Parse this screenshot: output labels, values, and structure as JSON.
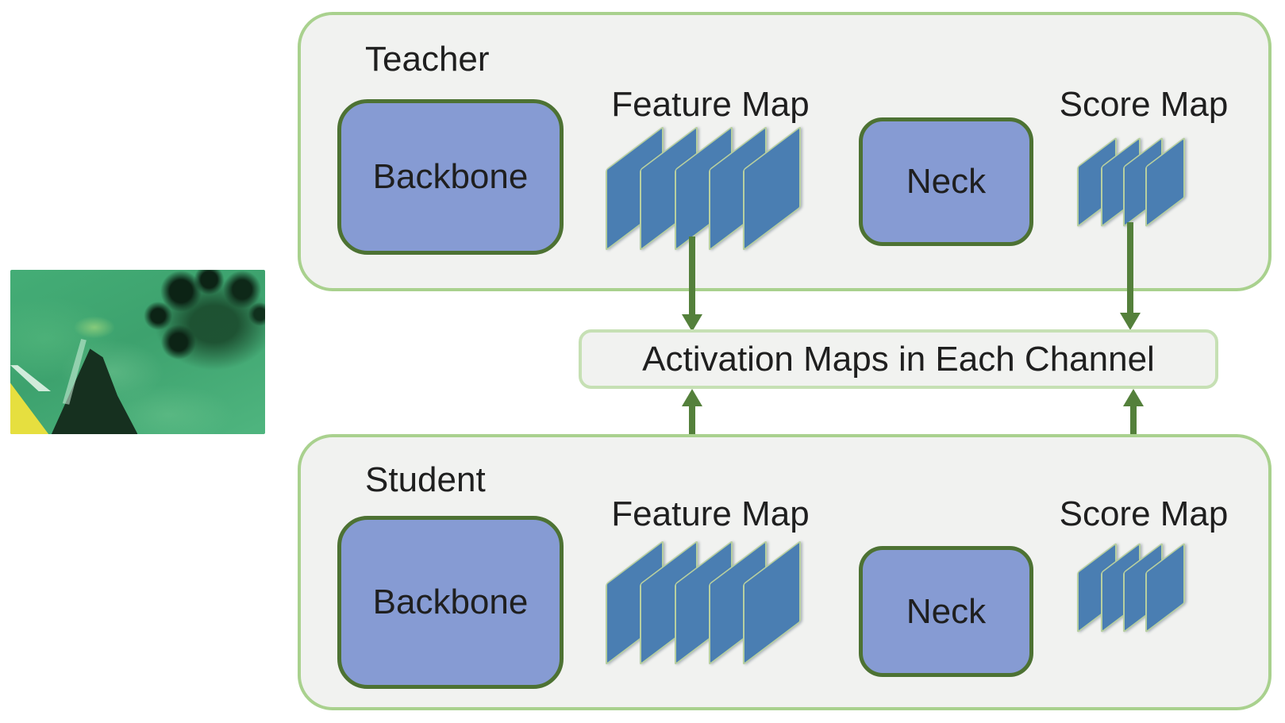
{
  "colors": {
    "panel_border": "#a9d18e",
    "panel_fill": "#f1f2f0",
    "activation_border": "#c6e0b4",
    "box_fill": "#869bd3",
    "box_border": "#4d7233",
    "sheet_fill": "#4a7eb2",
    "sheet_border": "#b7cfa0",
    "arrow": "#54803b",
    "text": "#1f1f1f"
  },
  "input_image": {
    "description": "Underwater seabed photo with dark sea urchins, a diver fin and a yellow object"
  },
  "teacher": {
    "title": "Teacher",
    "backbone_label": "Backbone",
    "feature_map_label": "Feature Map",
    "neck_label": "Neck",
    "score_map_label": "Score Map"
  },
  "student": {
    "title": "Student",
    "backbone_label": "Backbone",
    "feature_map_label": "Feature Map",
    "neck_label": "Neck",
    "score_map_label": "Score Map"
  },
  "activation_box": {
    "label": "Activation Maps in Each Channel"
  }
}
